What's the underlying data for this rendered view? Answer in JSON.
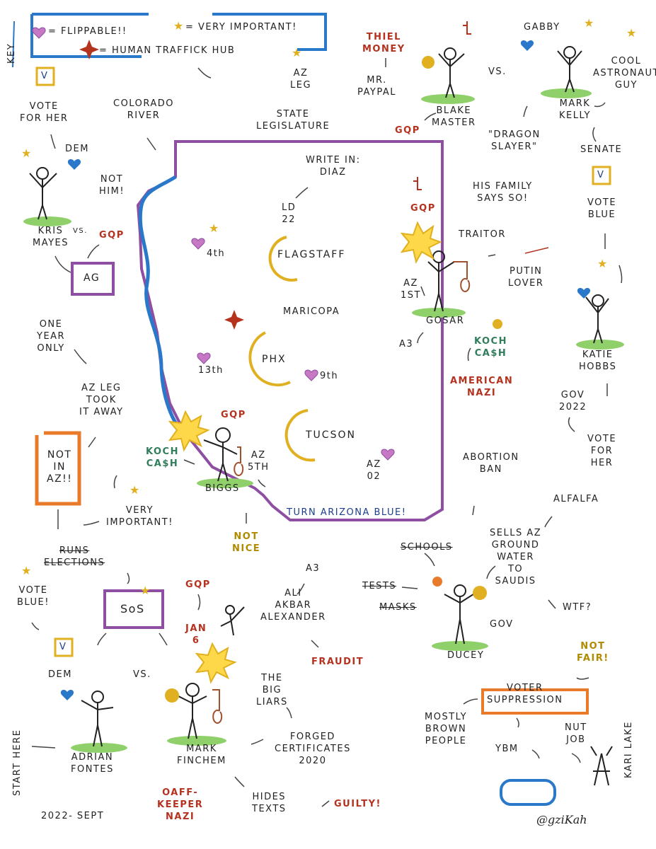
{
  "key": {
    "label": "KEY",
    "flippable": "= FLIPPABLE!!",
    "very_important": "= VERY IMPORTANT!",
    "traffick": "= HUMAN TRAFFICK HUB"
  },
  "vote_for_her_left": "VOTE\nFOR HER",
  "colorado_river": "COLORADO\nRIVER",
  "az_leg": "AZ\nLEG",
  "state_legislature": "STATE\nLEGISLATURE",
  "thiel_money": "THIEL\nMONEY",
  "mr_paypal": "MR.\nPAYPAL",
  "blake_master": "BLAKE\nMASTER",
  "gqp": "GQP",
  "vs": "VS.",
  "gabby": "GABBY",
  "cool_astronaut": "COOL\nASTRONAUT\nGUY",
  "mark_kelly": "MARK\nKELLY",
  "dragon_slayer": "\"DRAGON\nSLAYER\"",
  "senate": "SENATE",
  "vote_blue": "VOTE\nBLUE",
  "dem": "DEM",
  "not_him": "NOT\nHIM!",
  "kris_mayes": "KRIS\nMAYES",
  "ag": "AG",
  "one_year_only": "ONE\nYEAR\nONLY",
  "write_in": "WRITE IN:\nDIAZ",
  "ld22": "LD\n22",
  "fourth": "4th",
  "flagstaff": "FLAGSTAFF",
  "maricopa": "MARICOPA",
  "phx": "PHX",
  "thirteenth": "13th",
  "ninth": "9th",
  "tucson": "TUCSON",
  "az02": "AZ\n02",
  "his_family": "HIS FAMILY\nSAYS SO!",
  "traitor": "TRAITOR",
  "putin_lover": "PUTIN\nLOVER",
  "az_1st": "AZ\n1st",
  "gosar": "GOSAR",
  "a3": "A3",
  "koch_cash": "KOCH\nCA$H",
  "american_nazi": "AMERICAN\nNAZI",
  "katie_hobbs": "KATIE\nHOBBS",
  "gov_2022": "GOV\n2022",
  "vote_for_her_right": "VOTE\nFOR\nHER",
  "az_leg_took": "AZ LEG\nTOOK\nIT AWAY",
  "not_in_az": "NOT\nIN\nAZ!!",
  "very_important_text": "VERY\nIMPORTANT!",
  "biggs": "BIGGS",
  "az_5th": "AZ\n5th",
  "turn_az_blue": "TURN ARIZONA BLUE!",
  "abortion_ban": "ABORTION\nBAN",
  "alfalfa": "ALFALFA",
  "sells_az": "SELLS AZ\nGROUND\nWATER\nTO\nSAUDIS",
  "wtf": "WTF?",
  "schools": "SCHOOLS",
  "tests": "TESTS",
  "masks": "MASKS",
  "gov": "GOV",
  "ducey": "DUCEY",
  "not_fair": "NOT\nFAIR!",
  "voter_suppression": "VOTER\nSUPPRESSION",
  "mostly_brown": "MOSTLY\nBROWN\nPEOPLE",
  "ybm": "YBM",
  "nut_job": "NUT\nJOB",
  "kari_lake": "KARI LAKE",
  "runs_elections": "RUNS\nELECTIONS",
  "vote_blue_left": "VOTE\nBLUE!",
  "sos": "SoS",
  "not_nice": "NOT\nNICE",
  "ali_akbar": "ALI\nAKBAR\nALEXANDER",
  "jan6": "JAN\n6",
  "fraudit": "FRAUDIT",
  "big_liars": "THE\nBIG\nLIARS",
  "forged": "FORGED\nCERTIFICATES\n2020",
  "mark_finchem": "MARK\nFINCHEM",
  "oath_keeper": "OAFF-\nKEEPER\nNAZI",
  "hides_texts": "HIDES\nTEXTS",
  "guilty": "GUILTY!",
  "adrian_fontes": "ADRIAN\nFONTES",
  "start_here": "START HERE",
  "date": "2022- SEPT",
  "signature": "@gziKah",
  "ballot_mark": "V",
  "colors": {
    "purple": "#8e4fa3",
    "blue": "#2a78c9",
    "red": "#b5321f",
    "gold": "#e0b020",
    "green": "#8fd06a",
    "pink": "#c778c4"
  }
}
